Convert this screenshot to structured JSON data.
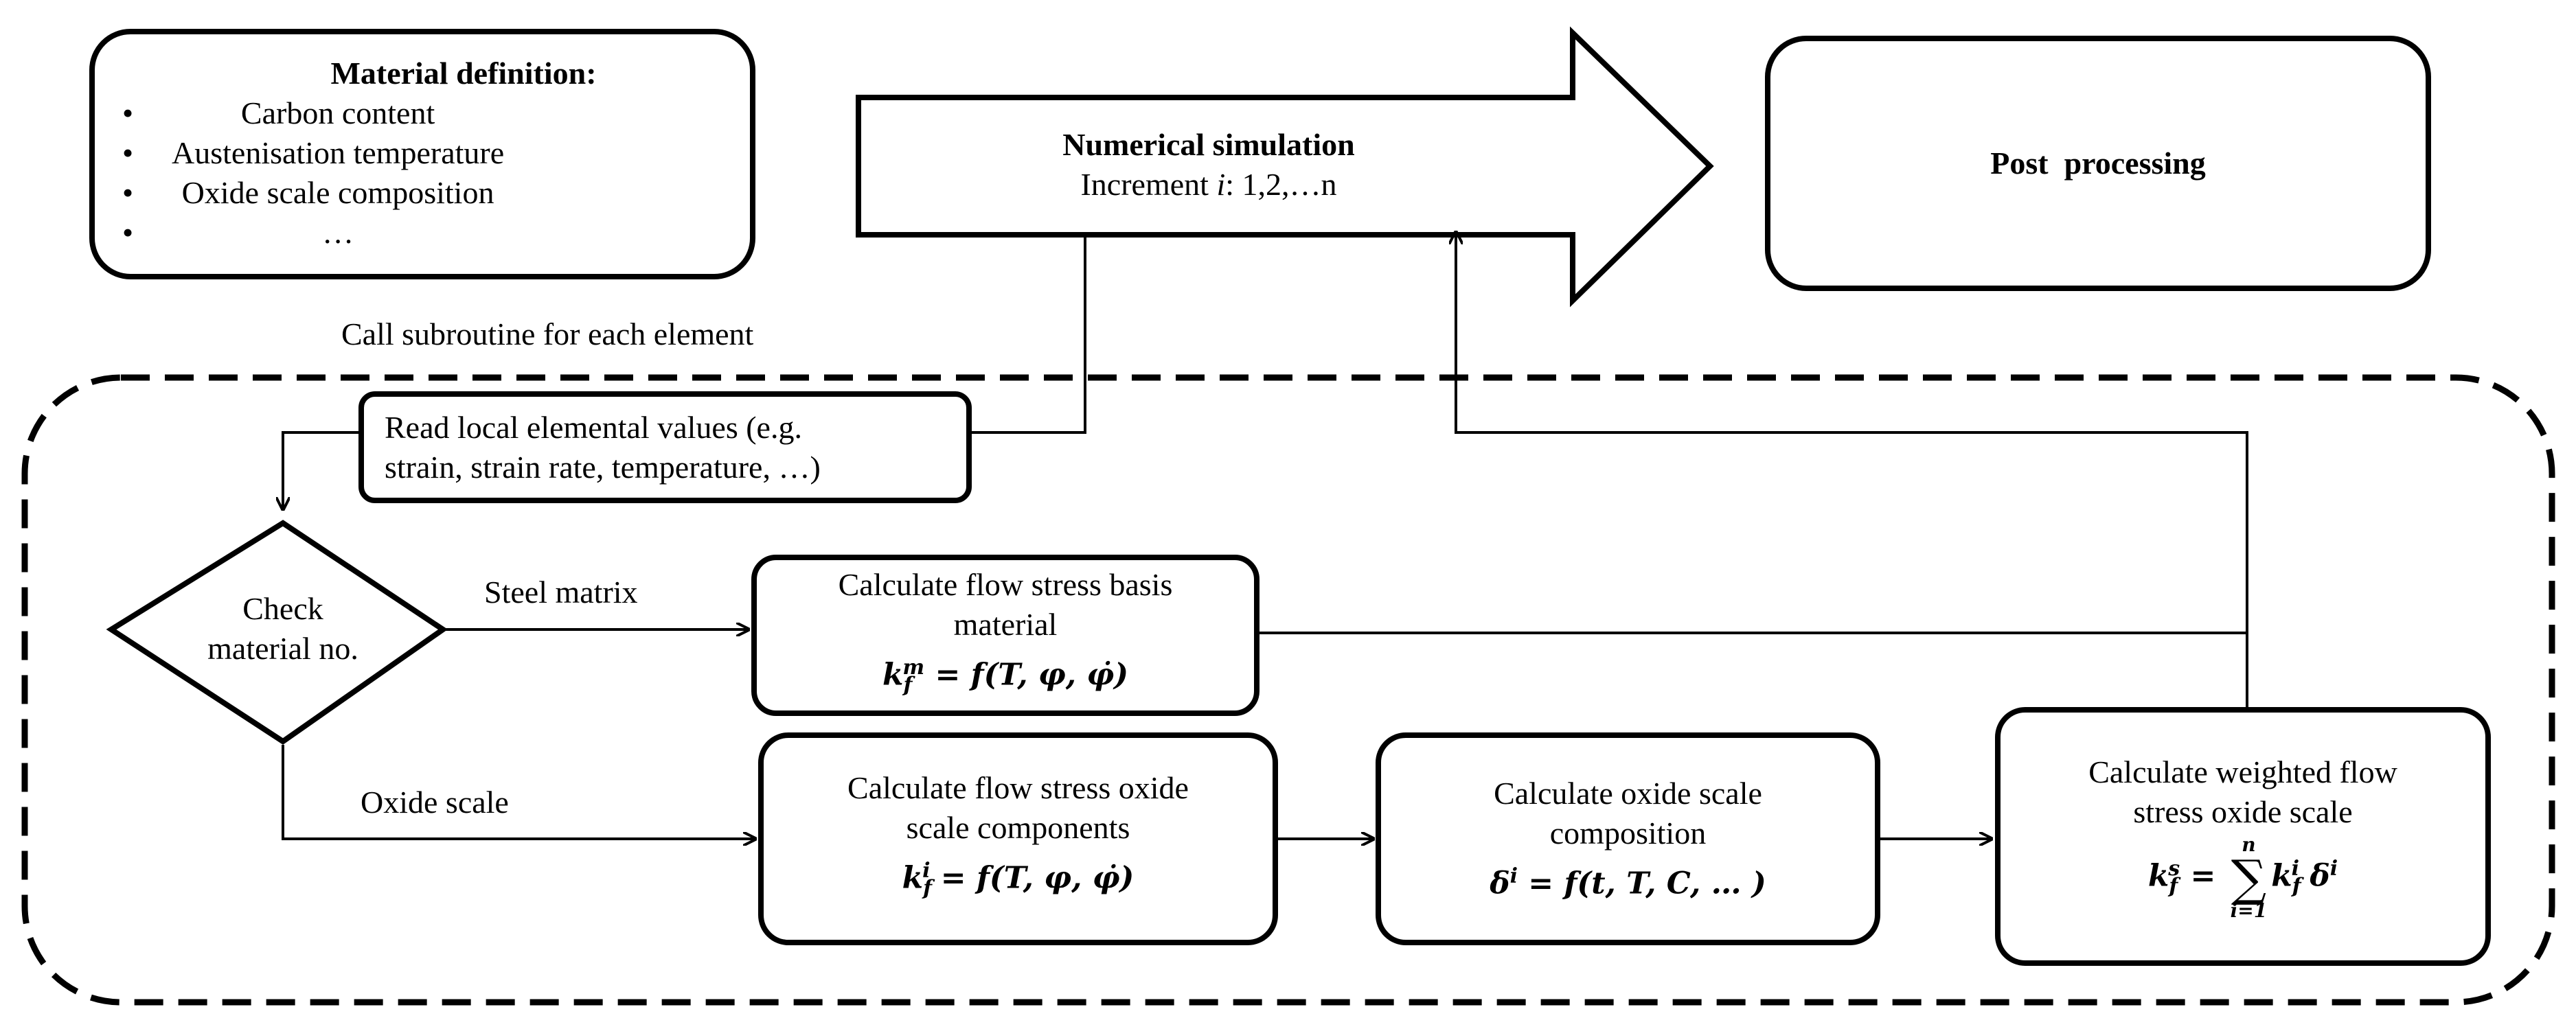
{
  "material_definition": {
    "title": "Material definition:",
    "items": [
      "Carbon content",
      "Austenisation temperature",
      "Oxide scale composition",
      "…"
    ]
  },
  "numerical_simulation": {
    "title": "Numerical simulation",
    "increment_prefix": "Increment ",
    "increment_var": "i",
    "increment_suffix": ": 1,2,…n"
  },
  "post_processing": {
    "label": "Post  processing"
  },
  "call_subroutine": {
    "label": "Call subroutine for each element"
  },
  "read_values": {
    "line1": "Read local elemental values (e.g.",
    "line2": "strain, strain rate, temperature, …)"
  },
  "check_material": {
    "line1": "Check",
    "line2": "material no."
  },
  "edge_labels": {
    "steel_matrix": "Steel matrix",
    "oxide_scale": "Oxide scale"
  },
  "basis_material": {
    "line1": "Calculate flow stress basis",
    "line2": "material",
    "formula": {
      "symbol": "k",
      "sub": "f",
      "sup": "m",
      "rhs": " = f(T, φ, φ̇)"
    }
  },
  "oxide_components": {
    "line1": "Calculate flow stress oxide",
    "line2": "scale components",
    "formula": {
      "symbol": "k",
      "sub": "f",
      "sup": "i",
      "rhs": " = f(T, φ, φ̇)"
    }
  },
  "oxide_composition": {
    "line1": "Calculate oxide scale",
    "line2": "composition",
    "formula": {
      "symbol": "δ",
      "sup": "i",
      "rhs": " = f(t, T, C, … )"
    }
  },
  "weighted_flow": {
    "line1": "Calculate weighted flow",
    "line2": "stress oxide scale",
    "formula": {
      "lhs_symbol": "k",
      "lhs_sub": "f",
      "lhs_sup": "s",
      "equals": " = ",
      "sum_upper": "n",
      "sum_lower": "i=1",
      "term_symbol": "k",
      "term_sub": "f",
      "term_sup": "i",
      "term_tail": " δ",
      "term_tail_sup": "i"
    }
  }
}
